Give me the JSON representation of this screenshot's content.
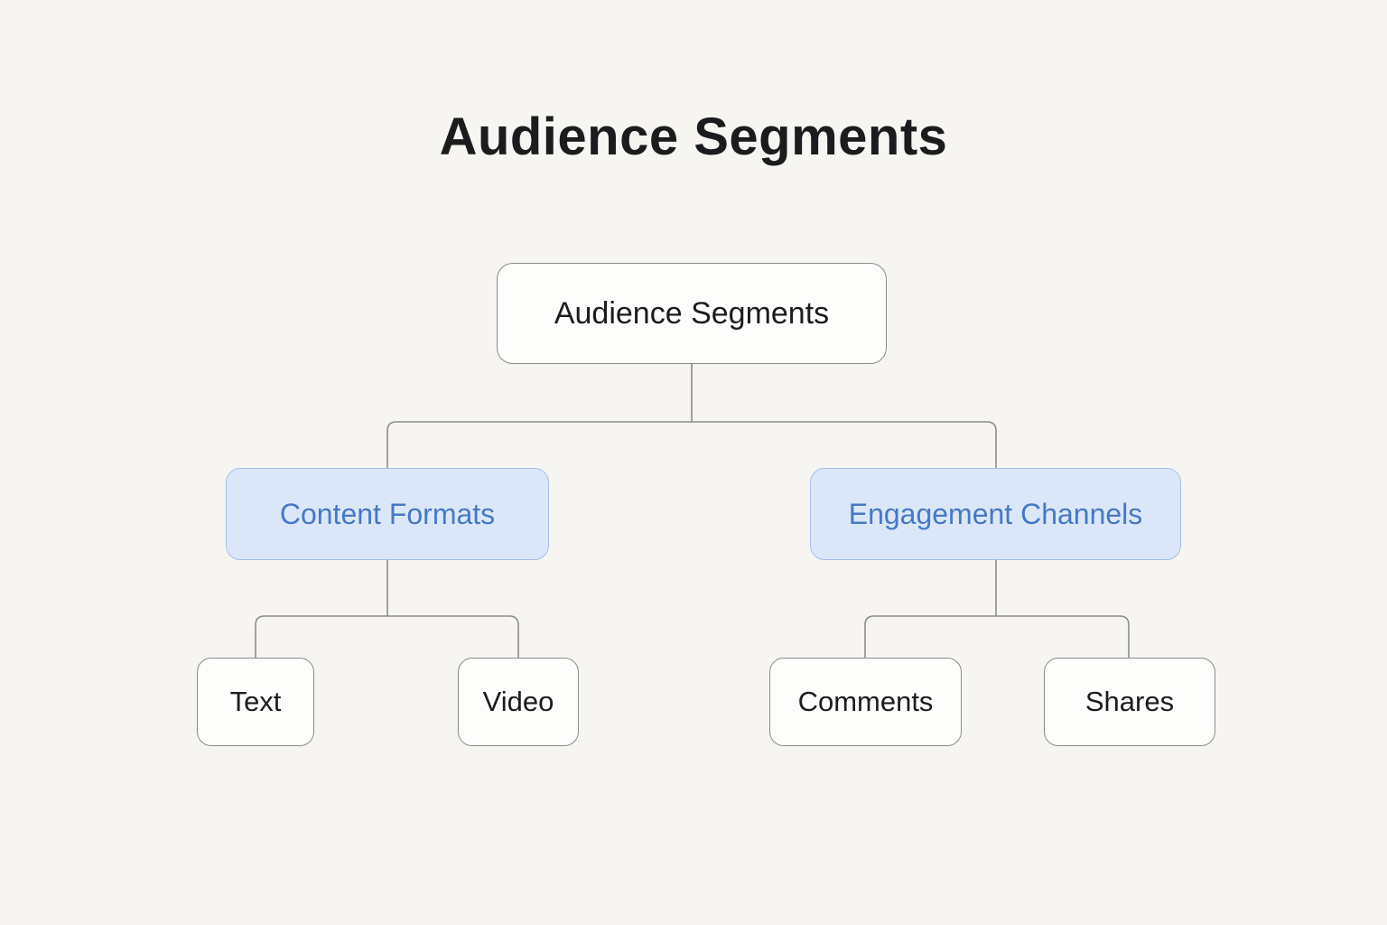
{
  "title": "Audience Segments",
  "diagram": {
    "type": "tree",
    "root": {
      "label": "Audience Segments"
    },
    "level2": [
      {
        "id": "content-formats",
        "label": "Content Formats",
        "parent": "root"
      },
      {
        "id": "engagement-channels",
        "label": "Engagement Channels",
        "parent": "root"
      }
    ],
    "leaves": [
      {
        "id": "text",
        "label": "Text",
        "parent": "content-formats"
      },
      {
        "id": "video",
        "label": "Video",
        "parent": "content-formats"
      },
      {
        "id": "comments",
        "label": "Comments",
        "parent": "engagement-channels"
      },
      {
        "id": "shares",
        "label": "Shares",
        "parent": "engagement-channels"
      }
    ],
    "colors": {
      "background": "#f7f5f2",
      "node_fill": "#fdfdfc",
      "node_border": "#8c8c8c",
      "highlight_fill": "#dbe7f8",
      "highlight_border": "#a6bfe8",
      "highlight_text": "#4678c8",
      "connector": "#8c8c8c",
      "text": "#1c1c1e"
    }
  }
}
